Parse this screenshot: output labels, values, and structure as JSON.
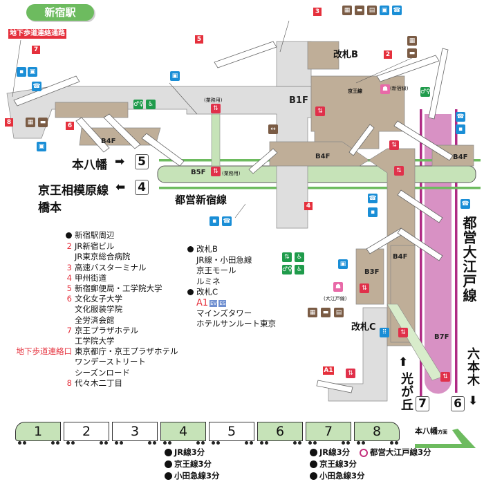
{
  "title": "新宿駅",
  "underground_passage": "地下歩道連絡通路",
  "exits": {
    "e2": "2",
    "e3": "3",
    "e4": "4",
    "e5": "5",
    "e6": "6",
    "e7": "7",
    "e8": "8",
    "a1": "A1"
  },
  "floors": {
    "b1f": "B1F",
    "b4f_left": "B4F",
    "b4f_center": "B4F",
    "b4f_right": "B4F",
    "b4f_lower": "B4F",
    "b3f": "B3F",
    "b5f": "B5F",
    "b7f": "B7F"
  },
  "gates": {
    "b": "改札B",
    "c": "改札C"
  },
  "notes": {
    "staff_only_1": "(業務用)",
    "staff_only_2": "(業務用)",
    "shinjuku_line": "(新宿線)",
    "oedo_line": "(大江戸線)",
    "keio_line": "京王線"
  },
  "directions": {
    "motoyawata": "本八幡",
    "motoyawata_arrow": "➡",
    "motoyawata_track": "5",
    "keio_sagamihara": "京王相模原線",
    "keio_arrow": "⬅",
    "keio_track": "4",
    "hashimoto": "橋本",
    "hikarigaoka": "光が丘",
    "hikarigaoka_arrow": "⬆",
    "hikarigaoka_track": "7",
    "roppongi": "六本木",
    "roppongi_arrow": "⬇",
    "roppongi_track": "6"
  },
  "lines": {
    "shinjuku": "都営新宿線",
    "oedo": "都営大江戸線"
  },
  "legend_left": [
    {
      "num": "●",
      "text": "新宿駅周辺"
    },
    {
      "num": "2",
      "text": "JR新宿ビル"
    },
    {
      "num": "",
      "text": "JR東京総合病院"
    },
    {
      "num": "3",
      "text": "高速バスターミナル"
    },
    {
      "num": "4",
      "text": "甲州街道"
    },
    {
      "num": "5",
      "text": "新宿郵便局・工学院大学"
    },
    {
      "num": "6",
      "text": "文化女子大学"
    },
    {
      "num": "",
      "text": "文化服装学院"
    },
    {
      "num": "",
      "text": "全労済会館"
    },
    {
      "num": "7",
      "text": "京王プラザホテル"
    },
    {
      "num": "",
      "text": "工学院大学"
    },
    {
      "num": "地下歩道連絡口",
      "text": "東京都庁・京王プラザホテル"
    },
    {
      "num": "",
      "text": "ワンデーストリート"
    },
    {
      "num": "",
      "text": "シーズンロード"
    },
    {
      "num": "8",
      "text": "代々木二丁目"
    }
  ],
  "legend_middle": [
    {
      "num": "●",
      "text": "改札B"
    },
    {
      "num": "",
      "text": "JR線・小田急線"
    },
    {
      "num": "",
      "text": "京王モール"
    },
    {
      "num": "",
      "text": "ルミネ"
    },
    {
      "num": "●",
      "text": "改札C"
    },
    {
      "num": "",
      "text": "A1",
      "badges": [
        "EV",
        "ES"
      ]
    },
    {
      "num": "",
      "text": "マインズタワー"
    },
    {
      "num": "",
      "text": "ホテルサンルート東京"
    }
  ],
  "train": {
    "cars": [
      {
        "label": "1",
        "highlight": true
      },
      {
        "label": "2",
        "highlight": false
      },
      {
        "label": "3",
        "highlight": false
      },
      {
        "label": "4",
        "highlight": true
      },
      {
        "label": "5",
        "highlight": false
      },
      {
        "label": "6",
        "highlight": true
      },
      {
        "label": "7",
        "highlight": true
      },
      {
        "label": "8",
        "highlight": true
      }
    ],
    "direction": "本八幡",
    "direction_suffix": "方面"
  },
  "transfers": {
    "car4": [
      "JR線3分",
      "京王線3分",
      "小田急線3分"
    ],
    "car7": [
      "JR線3分",
      "京王線3分",
      "小田急線3分"
    ],
    "oedo": "都営大江戸線3分"
  },
  "colors": {
    "green": "#6dbb5f",
    "platform": "#c6e3b8",
    "oedo": "#d891c4",
    "oedo_line": "#b02a84",
    "concourse": "#dcdcdc",
    "mezzanine": "#bfae98",
    "exit_red": "#e5303c"
  }
}
